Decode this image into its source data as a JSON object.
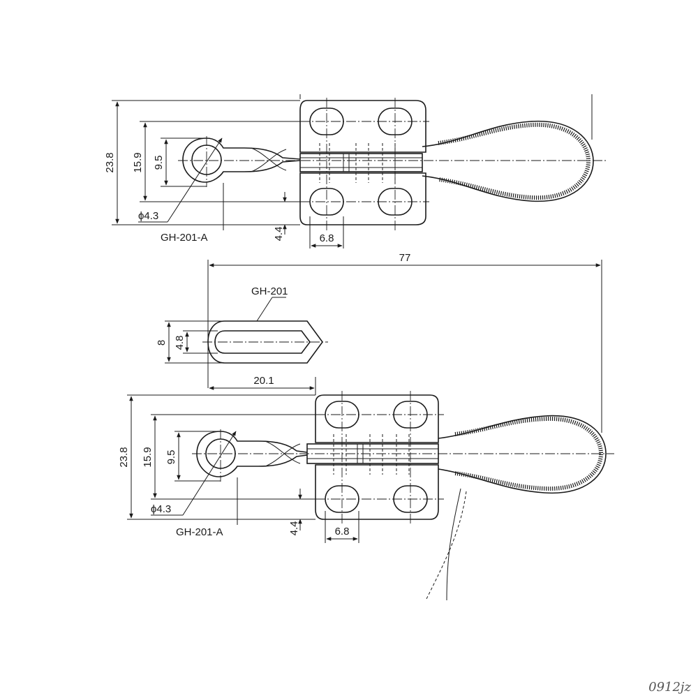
{
  "views": {
    "top": {
      "dim_overall_height": "23.8",
      "dim_handle_height": "15.9",
      "dim_eye_height": "9.5",
      "dim_hole_dia": "ϕ4.3",
      "part_label": "GH-201-A",
      "dim_hole_offset": "4.4",
      "dim_hole_spacing": "6.8"
    },
    "bottom": {
      "dim_total_length": "77",
      "pin_label": "GH-201",
      "dim_pin_width": "8",
      "dim_pin_slot": "4.8",
      "dim_pin_length": "20.1",
      "dim_overall_height": "23.8",
      "dim_handle_height": "15.9",
      "dim_eye_height": "9.5",
      "dim_hole_dia": "ϕ4.3",
      "part_label": "GH-201-A",
      "dim_hole_offset": "4.4",
      "dim_hole_spacing": "6.8"
    }
  },
  "watermark": "0912jz"
}
